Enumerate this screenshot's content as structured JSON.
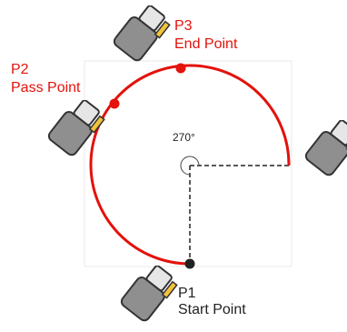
{
  "angle_label": "270°",
  "points": {
    "p1": {
      "id": "P1",
      "name": "Start Point"
    },
    "p2": {
      "id": "P2",
      "name": "Pass Point"
    },
    "p3": {
      "id": "P3",
      "name": "End Point"
    }
  },
  "colors": {
    "arc": "#e3120b",
    "label_red": "#e3120b",
    "start_point": "#222222",
    "frame": "#e8e8e8",
    "dashed_guides": "#222222"
  },
  "icons": [
    "robot-gripper-icon"
  ]
}
